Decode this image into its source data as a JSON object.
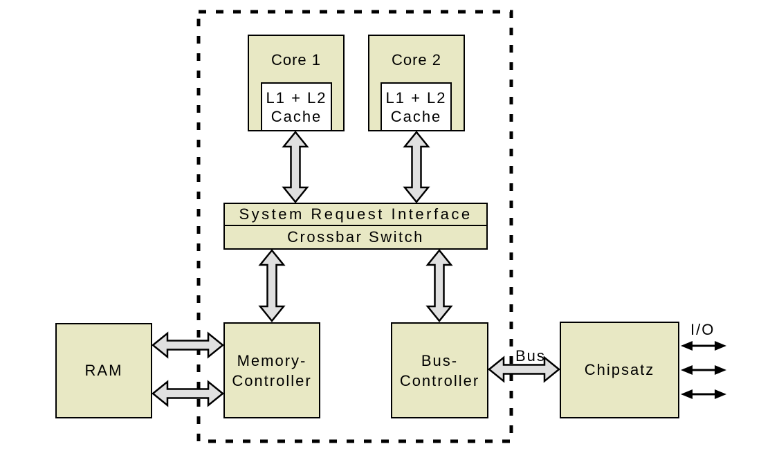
{
  "colors": {
    "box_fill": "#e8e8c4",
    "cache_fill": "#ffffff",
    "arrow_fill": "#e0e0e0",
    "line": "#000000",
    "background": "#ffffff"
  },
  "cpu_die": {
    "cores": [
      {
        "label": "Core 1",
        "cache_line1": "L1 + L2",
        "cache_line2": "Cache"
      },
      {
        "label": "Core 2",
        "cache_line1": "L1 + L2",
        "cache_line2": "Cache"
      }
    ],
    "system_request_interface": "System Request Interface",
    "crossbar_switch": "Crossbar Switch",
    "memory_controller": {
      "line1": "Memory-",
      "line2": "Controller"
    },
    "bus_controller": {
      "line1": "Bus-",
      "line2": "Controller"
    }
  },
  "external": {
    "ram": "RAM",
    "chipset": "Chipsatz"
  },
  "connection_labels": {
    "bus": "Bus",
    "io": "I/O"
  }
}
